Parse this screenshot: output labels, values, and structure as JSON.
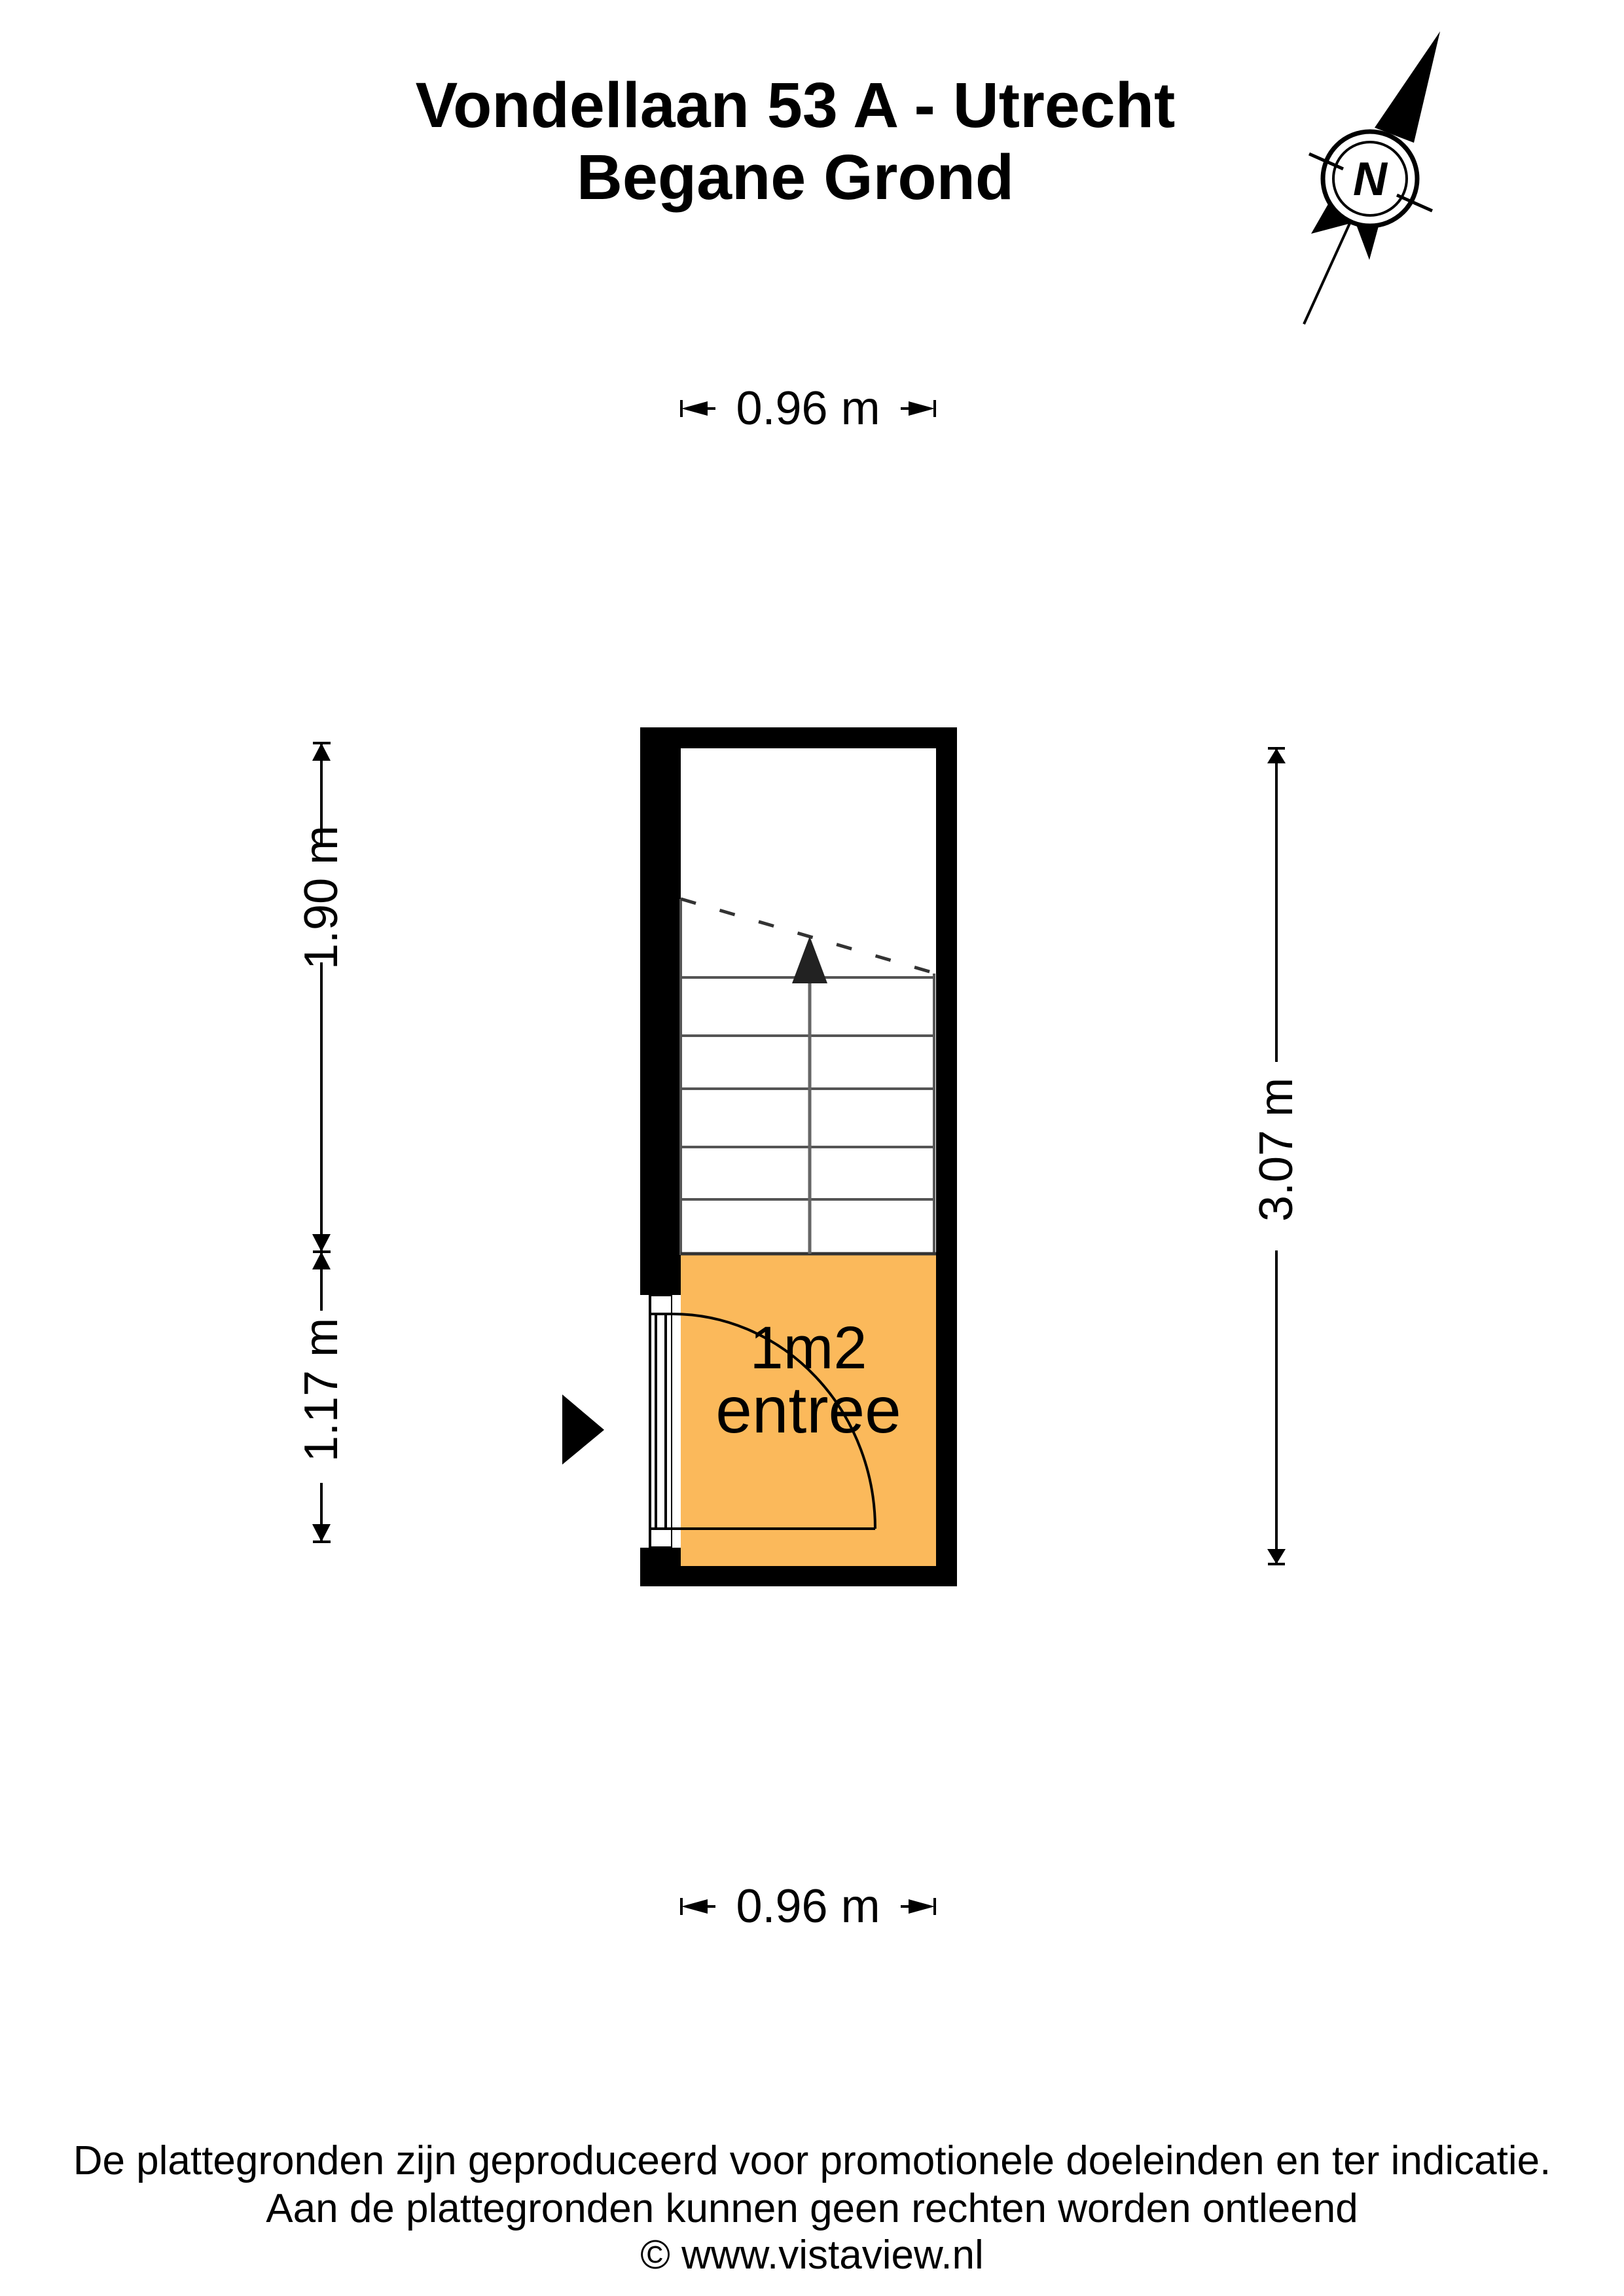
{
  "header": {
    "title": "Vondellaan 53 A - Utrecht",
    "floor": "Begane Grond"
  },
  "compass": {
    "label": "N",
    "icon": "north-arrow-icon"
  },
  "dimensions": {
    "top_width": "0.96 m",
    "bottom_width": "0.96 m",
    "left_upper": "1.90 m",
    "left_lower": "1.17 m",
    "right_total": "3.07 m"
  },
  "rooms": [
    {
      "area": "1m2",
      "name": "entree",
      "fill": "#FBB95B"
    }
  ],
  "plan": {
    "stairs": {
      "steps": 5,
      "direction": "up",
      "icon": "stair-arrow-icon"
    },
    "entrance_marker": "entrance-arrow-icon",
    "wall_color": "#000000"
  },
  "footer": {
    "line1": "De plattegronden zijn geproduceerd voor promotionele doeleinden en ter indicatie.",
    "line2": "Aan de plattegronden kunnen geen rechten worden ontleend",
    "line3": "© www.vistaview.nl"
  }
}
